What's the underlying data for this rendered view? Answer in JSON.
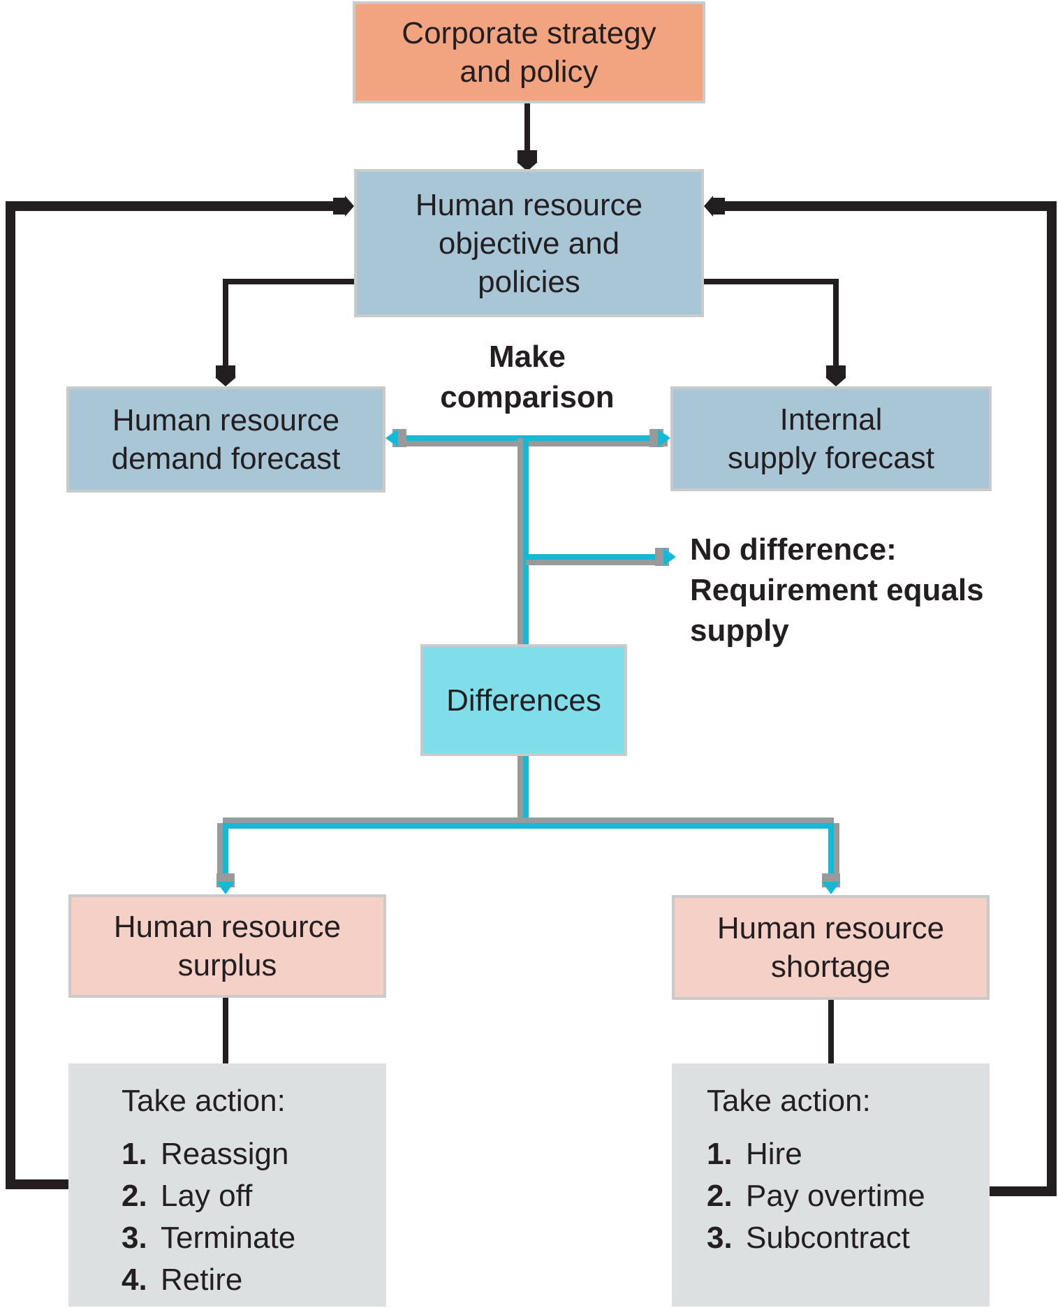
{
  "boxes": {
    "corporate": {
      "lines": [
        "Corporate strategy",
        "and policy"
      ]
    },
    "objective": {
      "lines": [
        "Human resource",
        "objective and",
        "policies"
      ]
    },
    "demand": {
      "lines": [
        "Human resource",
        "demand forecast"
      ]
    },
    "supply": {
      "lines": [
        "Internal",
        "supply forecast"
      ]
    },
    "differences": {
      "lines": [
        "Differences"
      ]
    },
    "surplus": {
      "lines": [
        "Human resource",
        "surplus"
      ]
    },
    "shortage": {
      "lines": [
        "Human resource",
        "shortage"
      ]
    }
  },
  "annotations": {
    "make_comparison": {
      "lines": [
        "Make",
        "comparison"
      ]
    },
    "no_difference": {
      "lines": [
        "No difference:",
        "Requirement equals",
        "supply"
      ]
    }
  },
  "actions_left": {
    "title": "Take action:",
    "items": [
      {
        "num": "1.",
        "label": "Reassign"
      },
      {
        "num": "2.",
        "label": "Lay off"
      },
      {
        "num": "3.",
        "label": "Terminate"
      },
      {
        "num": "4.",
        "label": "Retire"
      }
    ]
  },
  "actions_right": {
    "title": "Take action:",
    "items": [
      {
        "num": "1.",
        "label": "Hire"
      },
      {
        "num": "2.",
        "label": "Pay overtime"
      },
      {
        "num": "3.",
        "label": "Subcontract"
      }
    ]
  },
  "colors": {
    "salmon": "#F2A480",
    "blue": "#A9C6D7",
    "cyan_box": "#7FDEEA",
    "pink": "#F4D0C6",
    "gray_box": "#DCE0E1",
    "ink": "#231F20",
    "cyan_line": "#14B9D6",
    "line_shadow": "#97999B",
    "box_border": "#C9CBCB"
  }
}
